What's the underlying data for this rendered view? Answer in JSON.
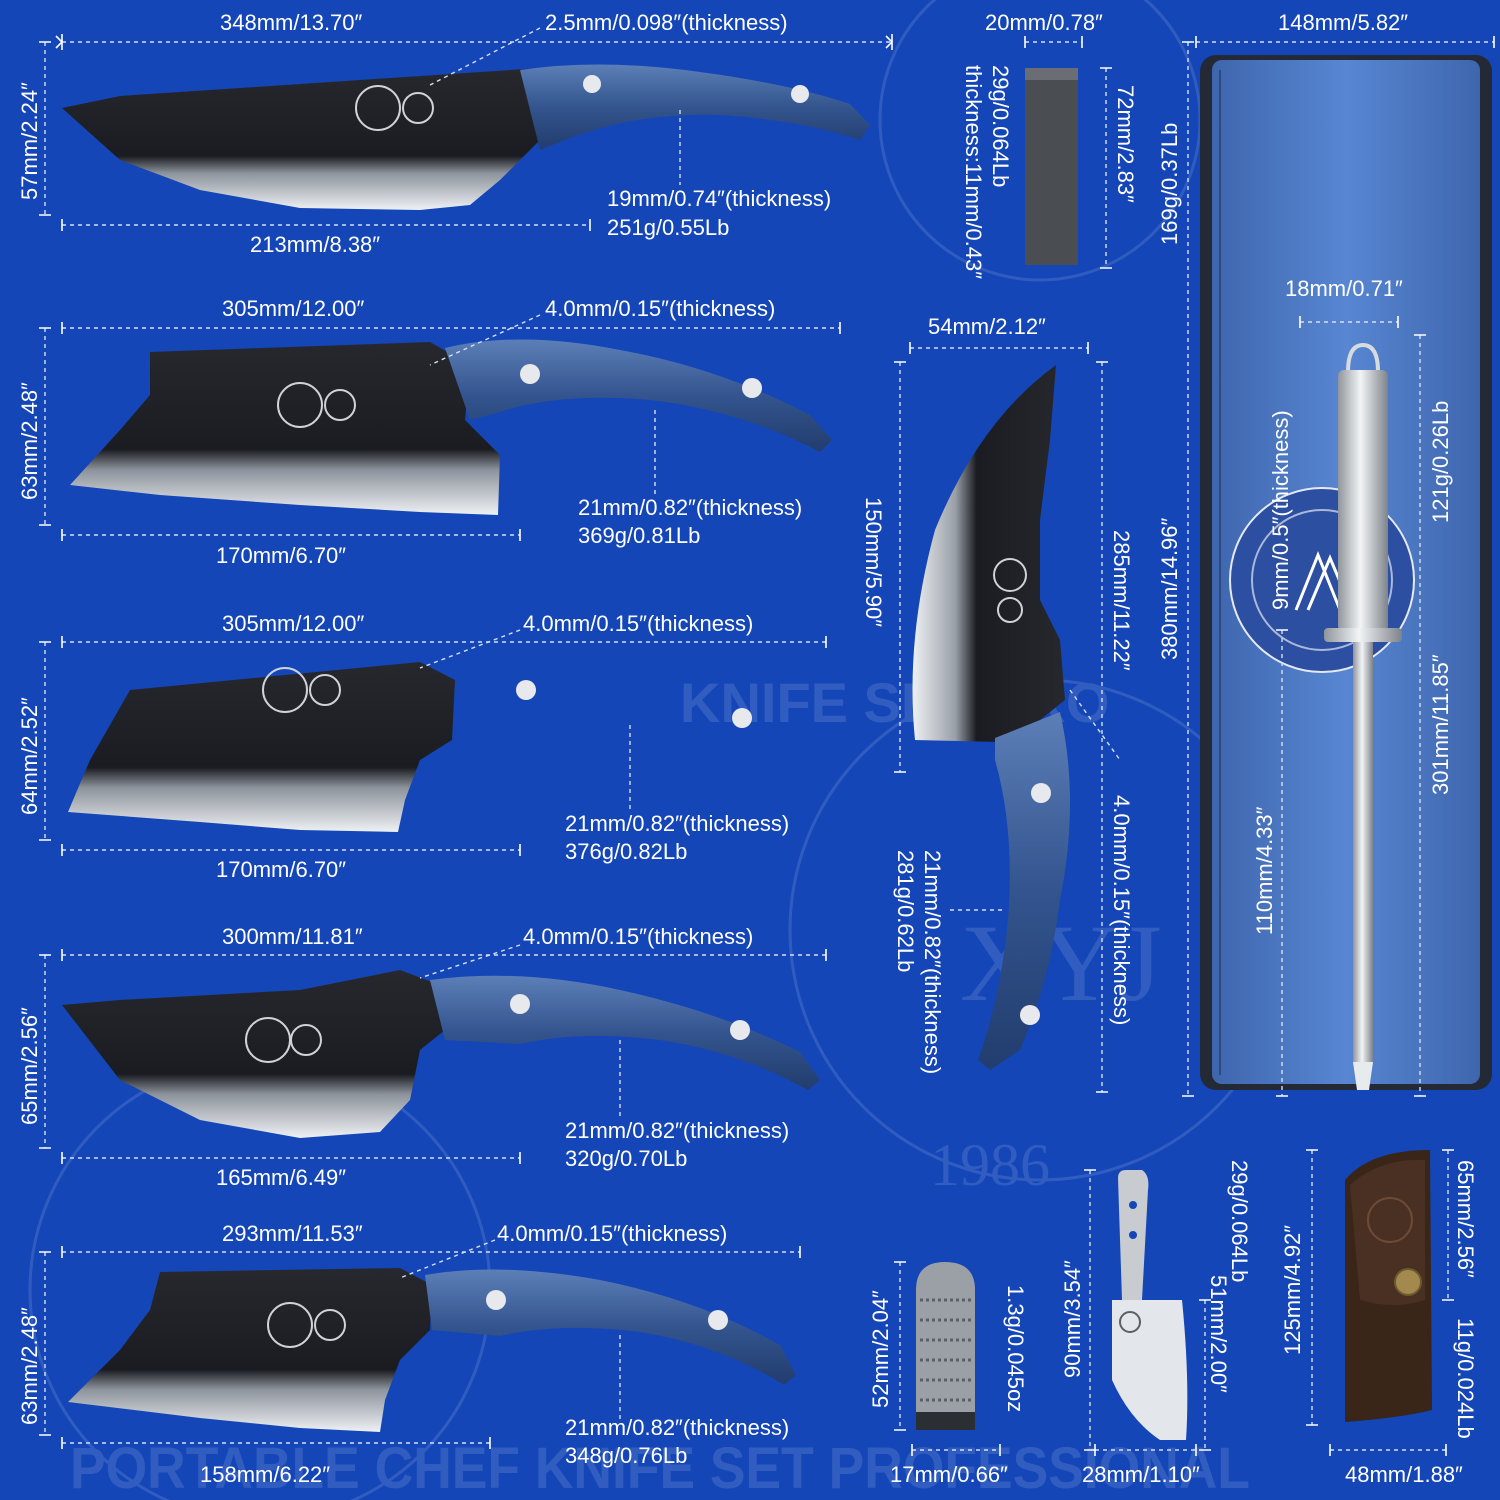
{
  "colors": {
    "background": "#1446b8",
    "blade_dark": "#1d1f24",
    "blade_edge": "#dfe4ea",
    "handle": "#3d5f9a",
    "bag": "#4b77c4",
    "leather": "#3a2519",
    "text": "#ffffff"
  },
  "watermark": {
    "brand": "XYJ",
    "year": "1986",
    "slogan_1": "PORTABLE CHEF KNIFE SET PROFESSIONAL",
    "slogan_2": "KNIFE SET PRO"
  },
  "knives": [
    {
      "overall_length": "348mm/13.70″",
      "blade_thickness": "2.5mm/0.098″(thickness)",
      "height": "57mm/2.24″",
      "handle_thickness": "19mm/0.74″(thickness)",
      "weight": "251g/0.55Lb",
      "blade_length": "213mm/8.38″"
    },
    {
      "overall_length": "305mm/12.00″",
      "blade_thickness": "4.0mm/0.15″(thickness)",
      "height": "63mm/2.48″",
      "handle_thickness": "21mm/0.82″(thickness)",
      "weight": "369g/0.81Lb",
      "blade_length": "170mm/6.70″"
    },
    {
      "overall_length": "305mm/12.00″",
      "blade_thickness": "4.0mm/0.15″(thickness)",
      "height": "64mm/2.52″",
      "handle_thickness": "21mm/0.82″(thickness)",
      "weight": "376g/0.82Lb",
      "blade_length": "170mm/6.70″"
    },
    {
      "overall_length": "300mm/11.81″",
      "blade_thickness": "4.0mm/0.15″(thickness)",
      "height": "65mm/2.56″",
      "handle_thickness": "21mm/0.82″(thickness)",
      "weight": "320g/0.70Lb",
      "blade_length": "165mm/6.49″"
    },
    {
      "overall_length": "293mm/11.53″",
      "blade_thickness": "4.0mm/0.15″(thickness)",
      "height": "63mm/2.48″",
      "handle_thickness": "21mm/0.82″(thickness)",
      "weight": "348g/0.76Lb",
      "blade_length": "158mm/6.22″"
    }
  ],
  "stone": {
    "width": "20mm/0.78″",
    "weight": "29g/0.064Lb",
    "thickness": "thickness:11mm/0.43″",
    "length": "72mm/2.83″"
  },
  "curved_knife": {
    "width": "54mm/2.12″",
    "blade_length": "150mm/5.90″",
    "overall_length": "285mm/11.22″",
    "blade_thickness": "4.0mm/0.15″(thickness)",
    "handle_thickness": "21mm/0.82″(thickness)",
    "weight": "281g/0.62Lb"
  },
  "bag": {
    "width": "148mm/5.82″",
    "weight": "169g/0.37Lb",
    "length": "380mm/14.96″"
  },
  "rod": {
    "width": "18mm/0.71″",
    "thickness": "9mm/0.5″(thickness)",
    "weight": "121g/0.26Lb",
    "length": "301mm/11.85″",
    "handle_length": "110mm/4.33″"
  },
  "finger_guard": {
    "height": "52mm/2.04″",
    "weight": "1.3g/0.045oz",
    "width": "17mm/0.66″"
  },
  "mini_cleaver": {
    "height": "90mm/3.54″",
    "weight": "29g/0.064Lb",
    "blade_height": "51mm/2.00″",
    "width": "28mm/1.10″"
  },
  "sheath": {
    "height": "125mm/4.92″",
    "blade_height": "65mm/2.56″",
    "weight": "11g/0.024Lb",
    "width": "48mm/1.88″"
  }
}
